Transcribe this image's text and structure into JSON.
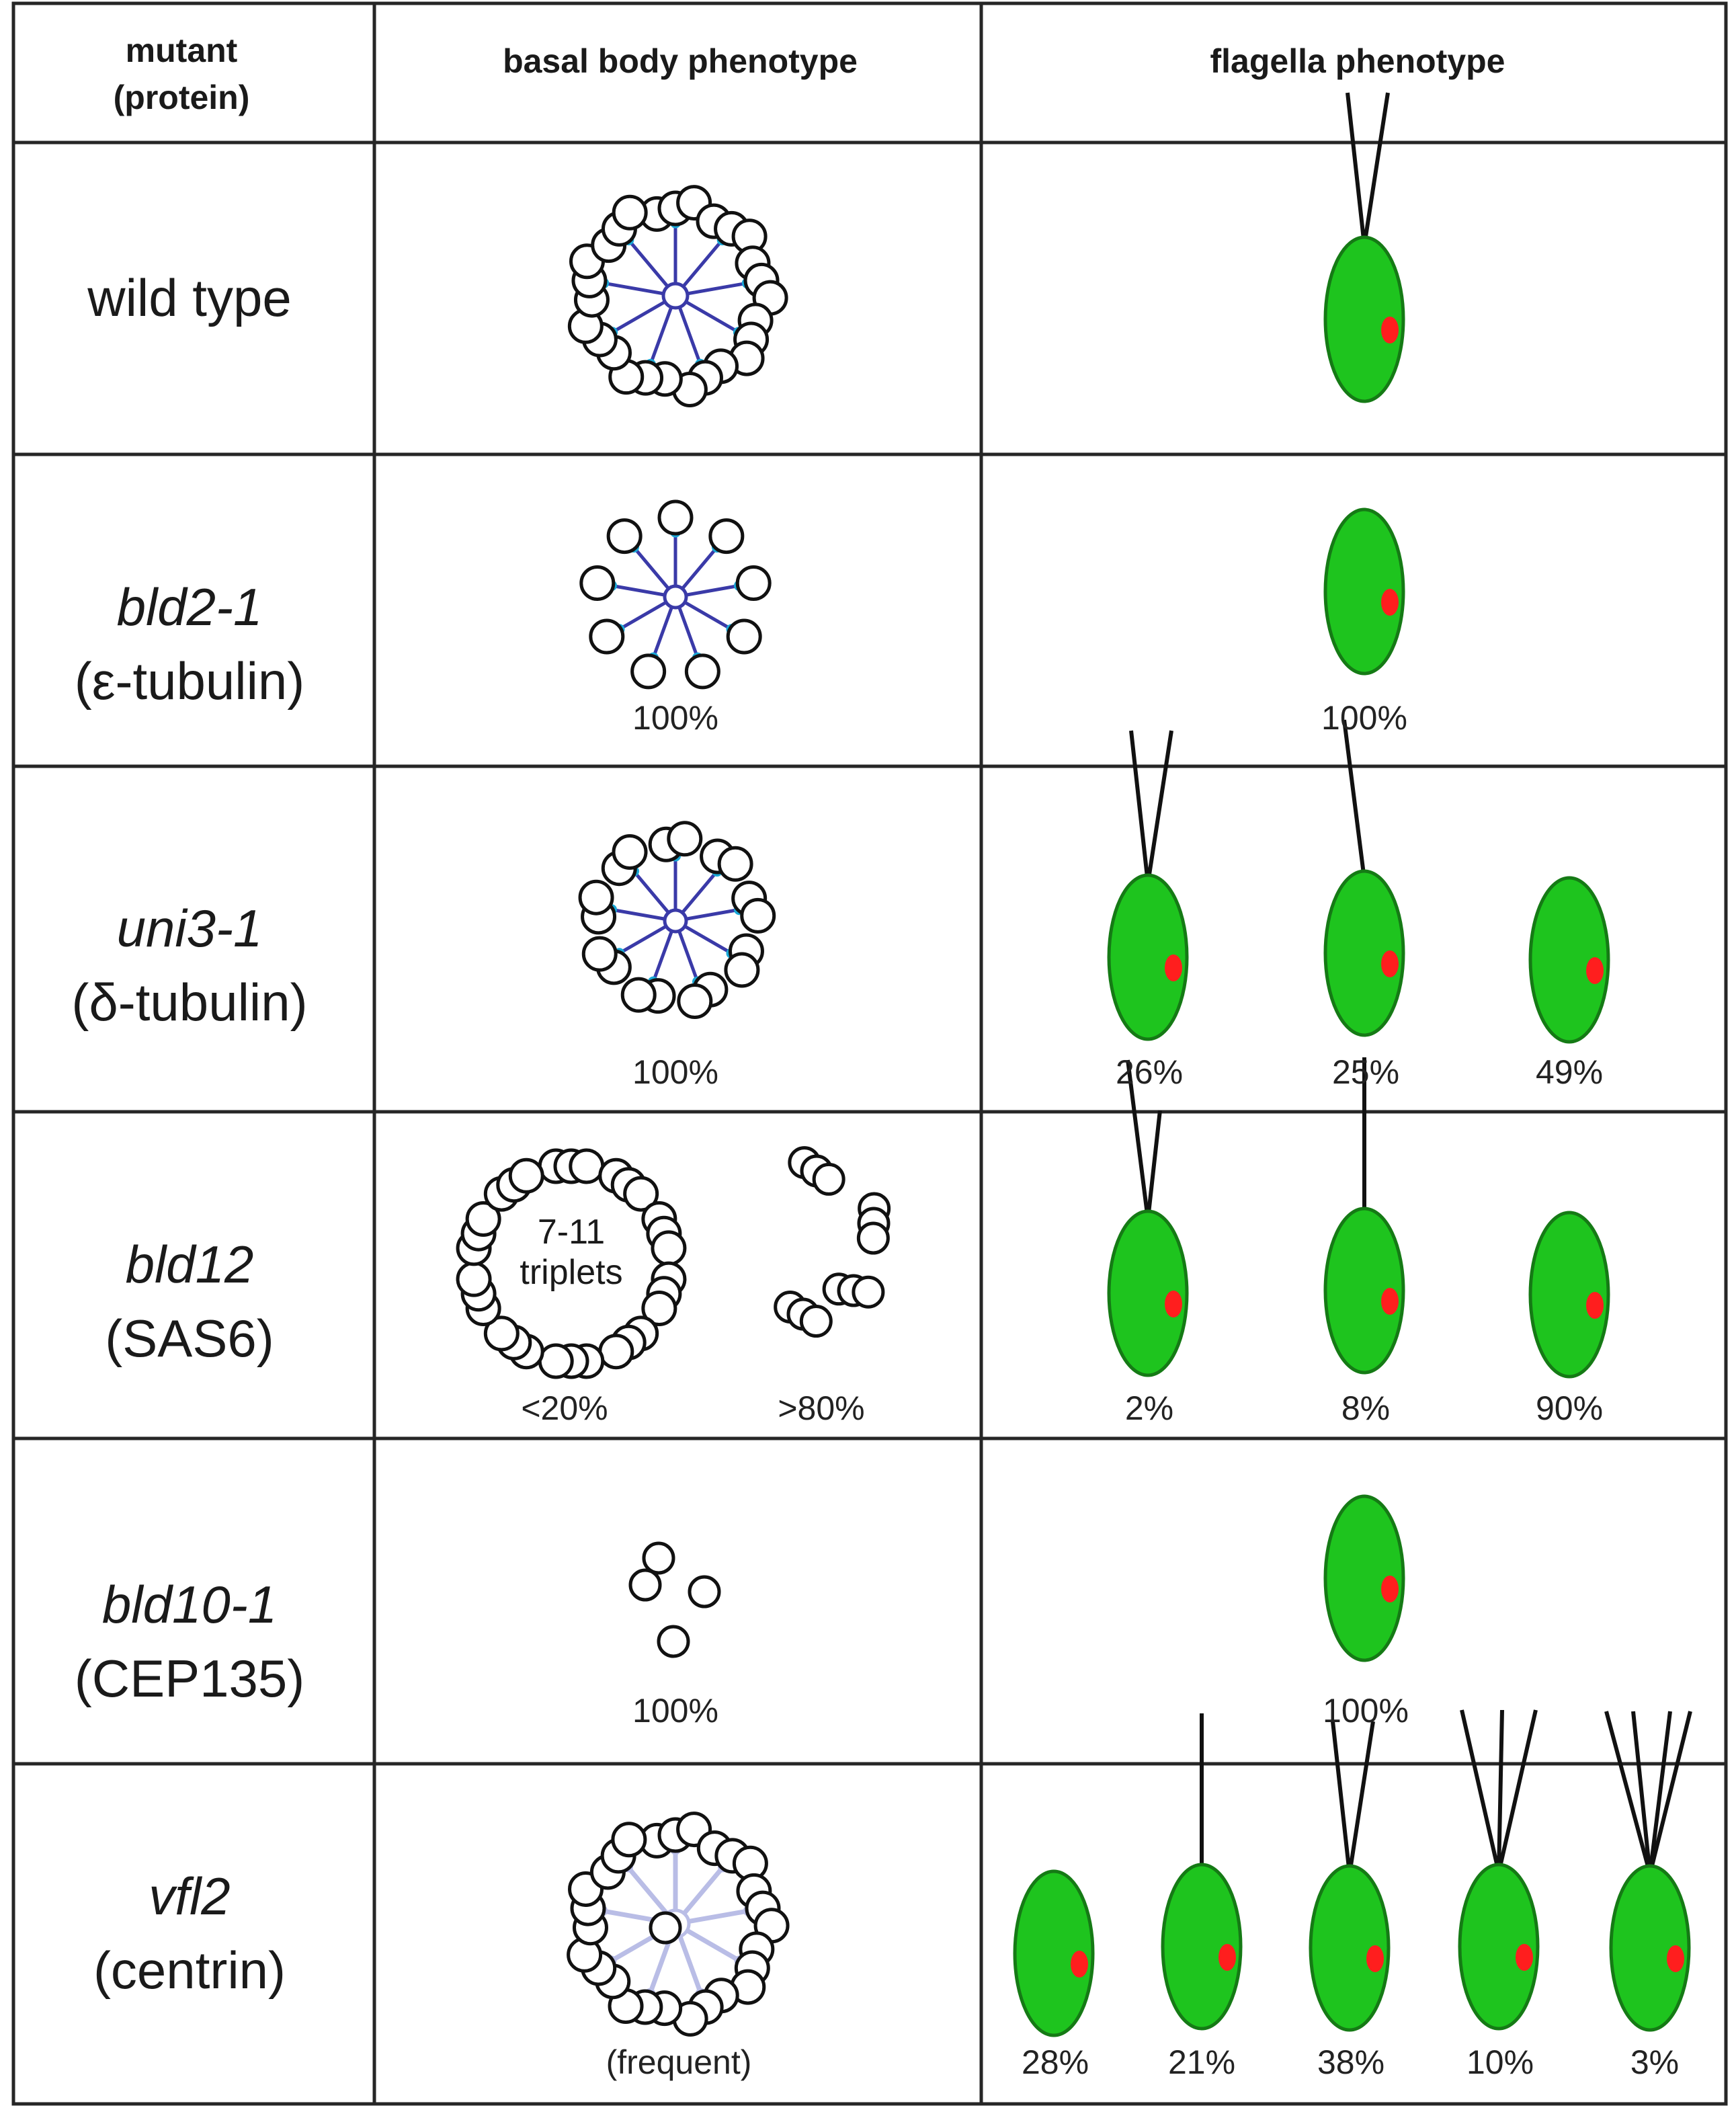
{
  "colors": {
    "cell_green": "#1ec41e",
    "cell_outline": "#157a15",
    "eyespot": "#ff1e1e",
    "spoke_dark": "#3a3aa8",
    "spoke_faint": "#b9bde6",
    "spoke_dot": "#1aa8d6",
    "bld12_label": "#3b3fa8",
    "bld10_label": "#12a9b6"
  },
  "headers": {
    "mutant_line1": "mutant",
    "mutant_line2": "(protein)",
    "basal": "basal body phenotype",
    "flagella": "flagella phenotype"
  },
  "rows": [
    {
      "name": "wild type",
      "protein": "",
      "basal_pcts": [],
      "flag_pcts": []
    },
    {
      "name": "bld2-1",
      "protein": "(ε-tubulin)",
      "basal_pcts": [
        "100%"
      ],
      "flag_pcts": [
        "100%"
      ]
    },
    {
      "name": "uni3-1",
      "protein": "(δ-tubulin)",
      "basal_pcts": [
        "100%"
      ],
      "flag_pcts": [
        "26%",
        "25%",
        "49%"
      ]
    },
    {
      "name": "bld12",
      "protein": "(SAS6)",
      "basal_pcts": [
        "<20%",
        ">80%"
      ],
      "flag_pcts": [
        "2%",
        "8%",
        "90%"
      ],
      "inner_line1": "7-11",
      "inner_line2": "triplets"
    },
    {
      "name": "bld10-1",
      "protein": "(CEP135)",
      "basal_pcts": [
        "100%"
      ],
      "flag_pcts": [
        "100%"
      ]
    },
    {
      "name": "vfl2",
      "protein": "(centrin)",
      "basal_pcts": [
        "(frequent)"
      ],
      "flag_pcts": [
        "28%",
        "21%",
        "38%",
        "10%",
        "3%"
      ]
    }
  ]
}
